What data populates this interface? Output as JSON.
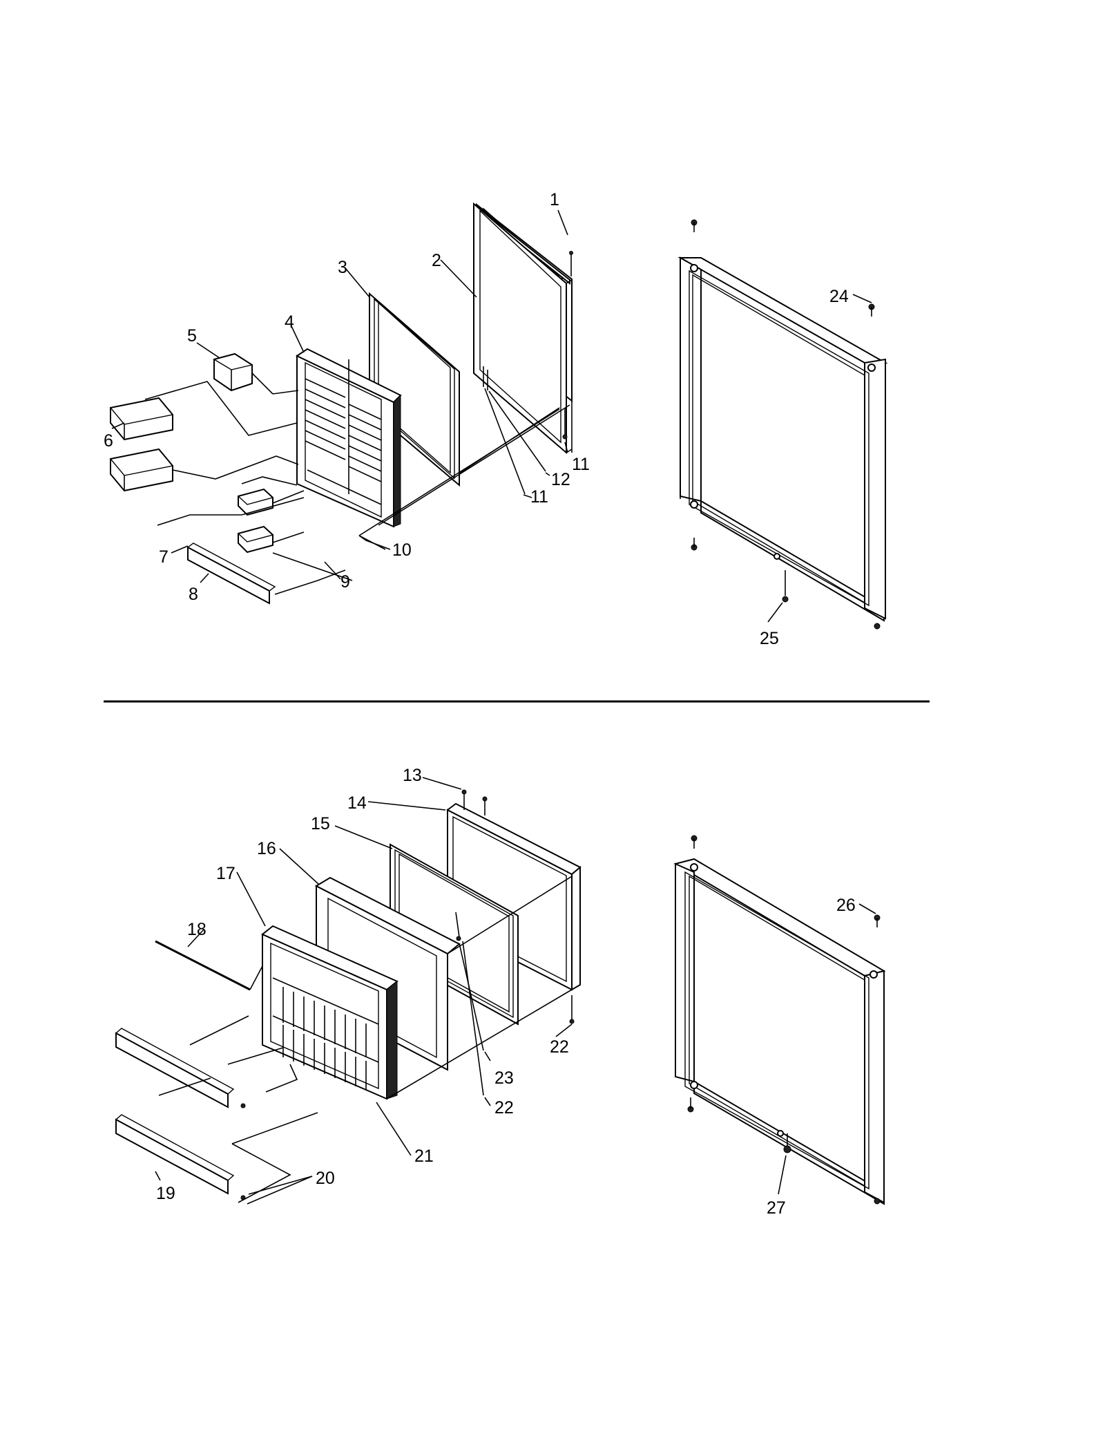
{
  "labels": {
    "l1": "1",
    "l2": "2",
    "l3": "3",
    "l4": "4",
    "l5": "5",
    "l6": "6",
    "l7": "7",
    "l8": "8",
    "l9": "9",
    "l10": "10",
    "l11a": "11",
    "l11b": "11",
    "l12": "12",
    "l13": "13",
    "l14": "14",
    "l15": "15",
    "l16": "16",
    "l17": "17",
    "l18": "18",
    "l19": "19",
    "l20": "20",
    "l21": "21",
    "l22a": "22",
    "l22b": "22",
    "l23": "23",
    "l24": "24",
    "l25": "25",
    "l26": "26",
    "l27": "27"
  }
}
